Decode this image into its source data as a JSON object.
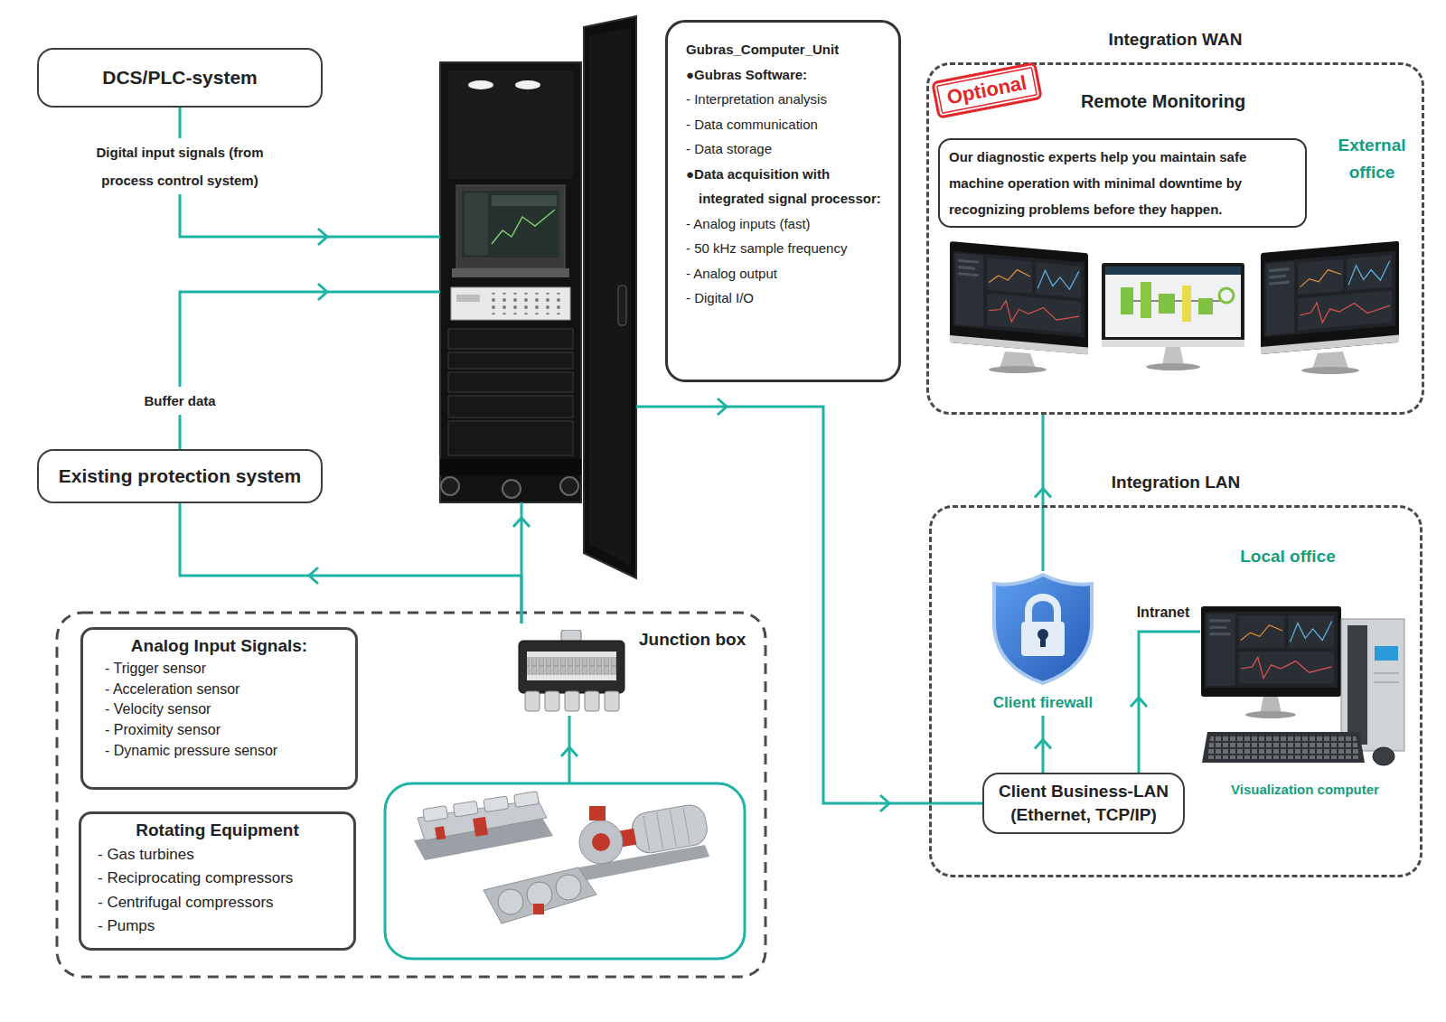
{
  "diagram": {
    "nodes": [
      {
        "text": [
          "DCS/PLC-system"
        ]
      },
      {
        "text": [
          "Gubras_Computer_Unit",
          "●Gubras Software:",
          "- Interpretation analysis",
          "- Data communication",
          "- Data storage",
          "●Data acquisition with integrated signal processor:",
          "- Analog inputs (fast)",
          "- 50 kHz sample frequency",
          "- Analog output",
          "- Digital I/O"
        ]
      },
      {
        "text": [
          "Existing protection system"
        ]
      },
      {
        "text": [
          "Integration WAN",
          "Remote Monitoring",
          "External office"
        ]
      },
      {
        "text": [
          "Optional"
        ],
        "in": 3
      },
      {
        "text": [
          "Our diagnostic experts help you maintain safe machine operation with minimal downtime by recognizing problems before they happen."
        ],
        "in": 3
      },
      {
        "text": [
          "Integration LAN",
          "Local office"
        ]
      },
      {
        "text": [
          "Client firewall"
        ],
        "in": 6
      },
      {
        "text": [
          "Client Business-LAN",
          "(Ethernet, TCP/IP)"
        ],
        "in": 6
      },
      {
        "text": [
          "Visualization computer"
        ],
        "in": 6
      },
      {
        "text": [
          "Junction box"
        ]
      },
      {
        "text": [
          "Analog Input Signals:",
          "- Trigger sensor",
          "- Acceleration sensor",
          "- Velocity sensor",
          "- Proximity sensor",
          "- Dynamic pressure sensor"
        ]
      },
      {
        "text": [
          "Rotating Equipment",
          "- Gas turbines",
          "- Reciprocating compressors",
          "- Centrifugal compressors",
          "- Pumps"
        ]
      }
    ],
    "edges": [
      {
        "from": 0,
        "to": 1,
        "arrow": "to",
        "label": "Digital input signals (from process control system)"
      },
      {
        "from": 2,
        "to": 1,
        "arrow": "to",
        "label": "Buffer data"
      },
      {
        "from": 10,
        "to": 1,
        "arrow": "to"
      },
      {
        "from": 10,
        "to": 2,
        "arrow": "to"
      },
      {
        "from": 1,
        "to": 8,
        "arrow": "to"
      },
      {
        "from": 8,
        "to": 7,
        "arrow": "to"
      },
      {
        "from": 7,
        "to": 3,
        "arrow": "to"
      },
      {
        "from": 8,
        "to": 9,
        "arrow": "to",
        "label": "Intranet"
      }
    ]
  }
}
